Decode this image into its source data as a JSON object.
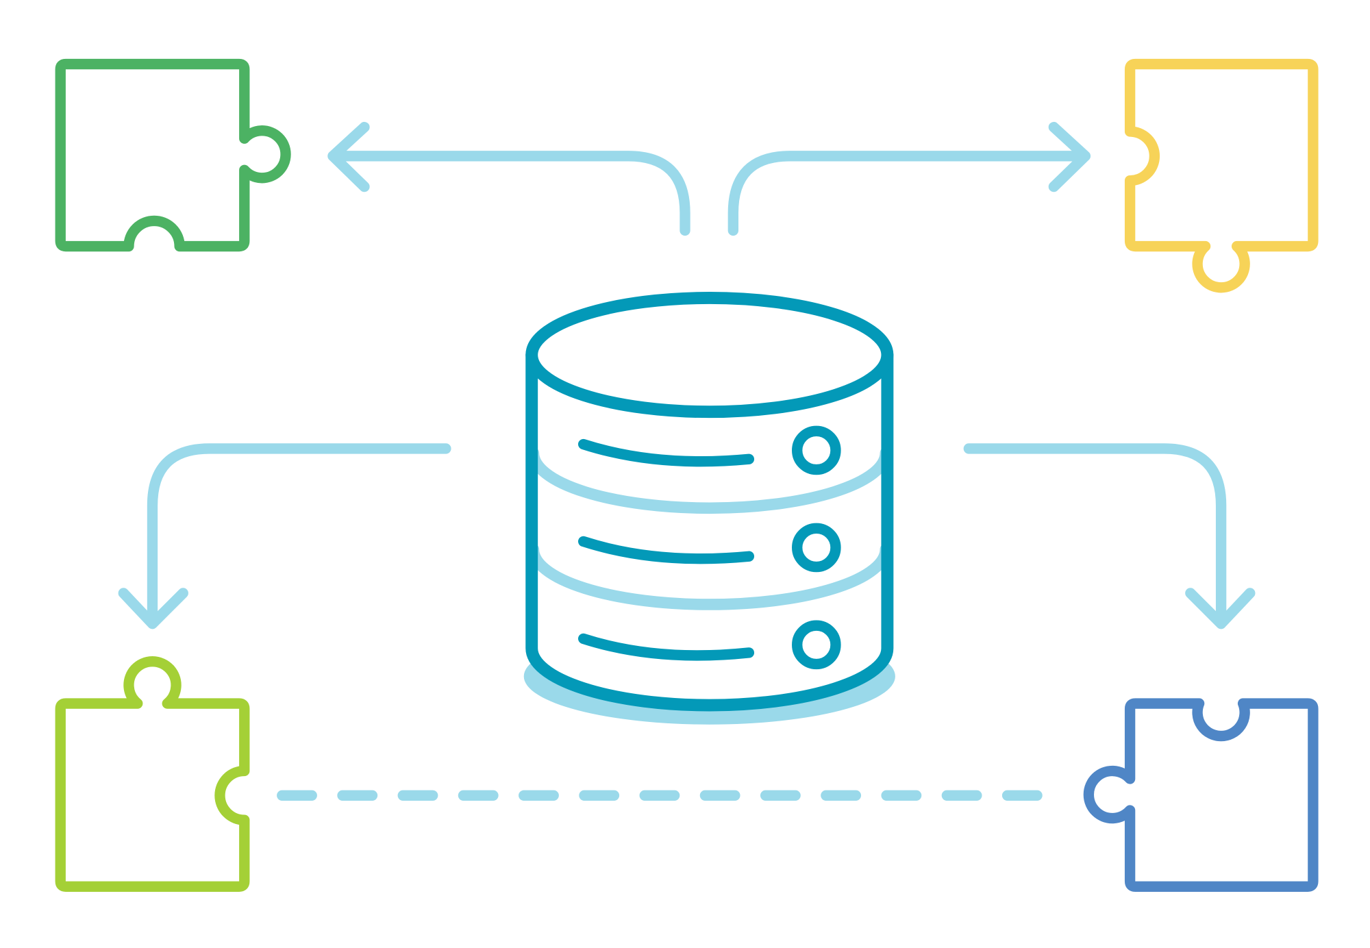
{
  "diagram": {
    "type": "integration-diagram",
    "center": {
      "icon": "database-icon",
      "tiers": 3
    },
    "pieces": [
      {
        "id": "top-left",
        "icon": "puzzle-piece-icon",
        "color": "#4CB263"
      },
      {
        "id": "top-right",
        "icon": "puzzle-piece-icon",
        "color": "#F7D358"
      },
      {
        "id": "bottom-left",
        "icon": "puzzle-piece-icon",
        "color": "#A4D036"
      },
      {
        "id": "bottom-right",
        "icon": "puzzle-piece-icon",
        "color": "#4F86C6"
      }
    ],
    "connectors": [
      {
        "from": "database",
        "to": "top-left",
        "style": "solid-arrow"
      },
      {
        "from": "database",
        "to": "top-right",
        "style": "solid-arrow"
      },
      {
        "from": "database",
        "to": "bottom-left",
        "style": "solid-arrow"
      },
      {
        "from": "database",
        "to": "bottom-right",
        "style": "solid-arrow"
      },
      {
        "from": "bottom-left",
        "to": "bottom-right",
        "style": "dashed"
      }
    ],
    "colors": {
      "database": "#0399B8",
      "database_shadow": "#9AD9EA",
      "connector": "#9AD9EA",
      "background": "#FFFFFF"
    }
  }
}
